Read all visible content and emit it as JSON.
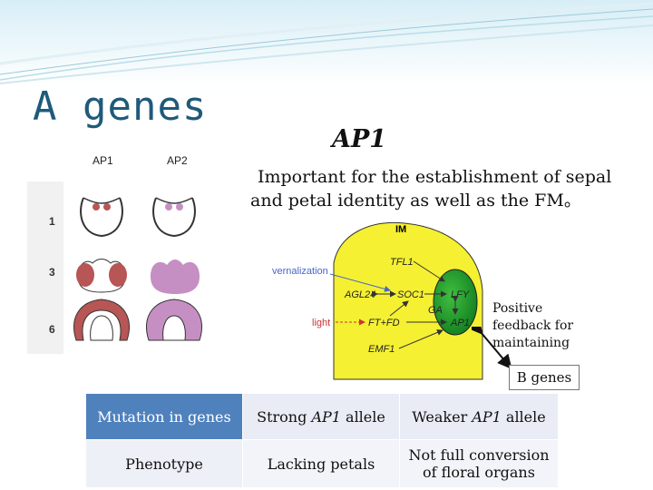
{
  "slide": {
    "title": "A genes",
    "gene_name": "AP1",
    "description_line1": "Important for the establishment of sepal",
    "description_line2": "and petal identity as well as the FM。"
  },
  "figure": {
    "col_labels": [
      "AP1",
      "AP2"
    ],
    "row_labels": [
      "1",
      "3",
      "6"
    ],
    "colors": {
      "ap1_petal": "#b85555",
      "ap2_petal": "#c58fc4",
      "outline": "#333333"
    }
  },
  "network": {
    "labels": {
      "im": "IM",
      "tfl1": "TFL1",
      "vernalization": "vernalization",
      "agl24": "AGL24",
      "soc1": "SOC1",
      "lfy": "LFY",
      "ga": "GA",
      "light": "light",
      "ft_fd": "FT+FD",
      "ap1": "AP1",
      "emf1": "EMF1"
    },
    "colors": {
      "meristem": "#f5f032",
      "fm_gradient_start": "#3fbf3f",
      "fm_gradient_end": "#0f7a1f",
      "arrow": "#333333",
      "input_arrow": "#4466cc",
      "light_arrow": "#cc3333"
    }
  },
  "annotations": {
    "feedback_lines": [
      "Positive",
      "feedback for",
      "maintaining"
    ],
    "b_genes": "B genes"
  },
  "table": {
    "header_label": "Mutation in genes",
    "col1_prefix": "Strong ",
    "col1_gene": "AP1",
    "col1_suffix": " allele",
    "col2_prefix": "Weaker ",
    "col2_gene": "AP1",
    "col2_suffix": " allele",
    "row_label": "Phenotype",
    "row_col1": "Lacking petals",
    "row_col2_line1": "Not full conversion",
    "row_col2_line2": "of  floral organs",
    "colors": {
      "header": "#4f81bd",
      "row_even": "#e9ecf5",
      "row_odd": "#f3f4f9"
    }
  }
}
